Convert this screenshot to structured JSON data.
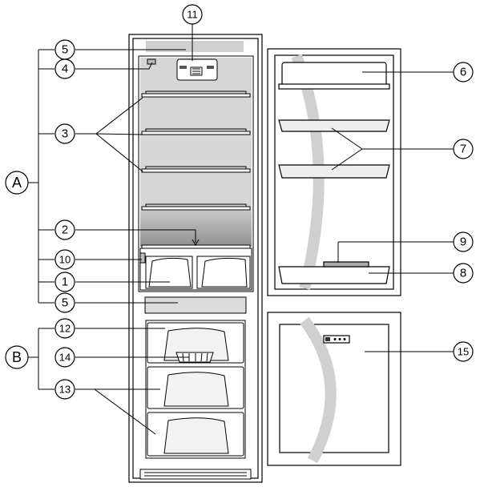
{
  "callouts": {
    "c1": "1",
    "c2": "2",
    "c3": "3",
    "c4": "4",
    "c5a": "5",
    "c5b": "5",
    "c6": "6",
    "c7": "7",
    "c8": "8",
    "c9": "9",
    "c10": "10",
    "c11": "11",
    "c12": "12",
    "c13": "13",
    "c14": "14",
    "c15": "15"
  },
  "groups": {
    "a": "A",
    "b": "B"
  },
  "colors": {
    "line": "#000000",
    "shade_light": "#d9d9d9",
    "shade_mid": "#c4c4c4",
    "shade_dark": "#9a9a9a",
    "shade_panel": "#cfcfcf"
  }
}
